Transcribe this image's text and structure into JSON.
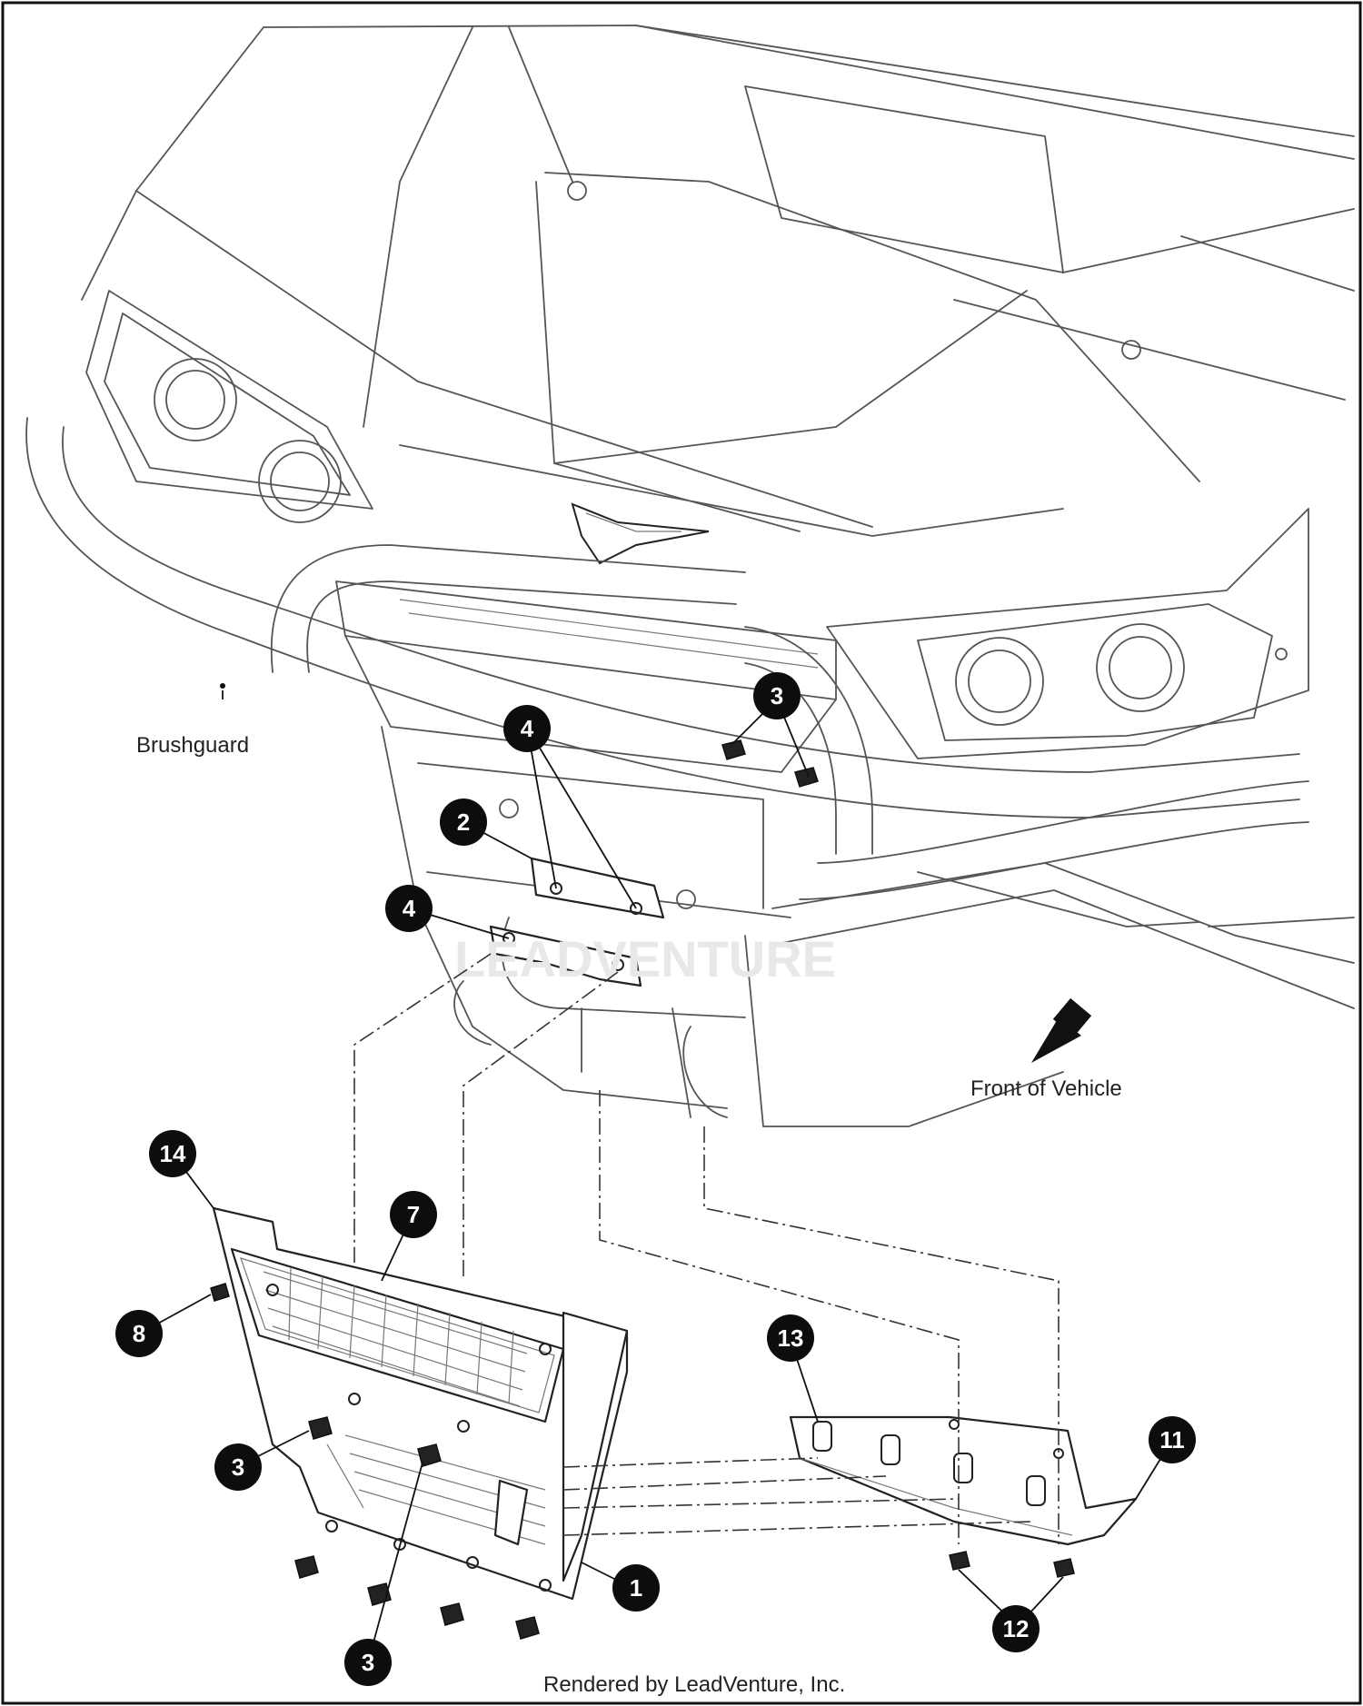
{
  "labels": {
    "brushguard": "Brushguard",
    "front_of_vehicle": "Front of Vehicle"
  },
  "credit": "Rendered by LeadVenture, Inc.",
  "callouts": [
    "1",
    "2",
    "3",
    "4",
    "7",
    "8",
    "11",
    "12",
    "13",
    "14"
  ]
}
